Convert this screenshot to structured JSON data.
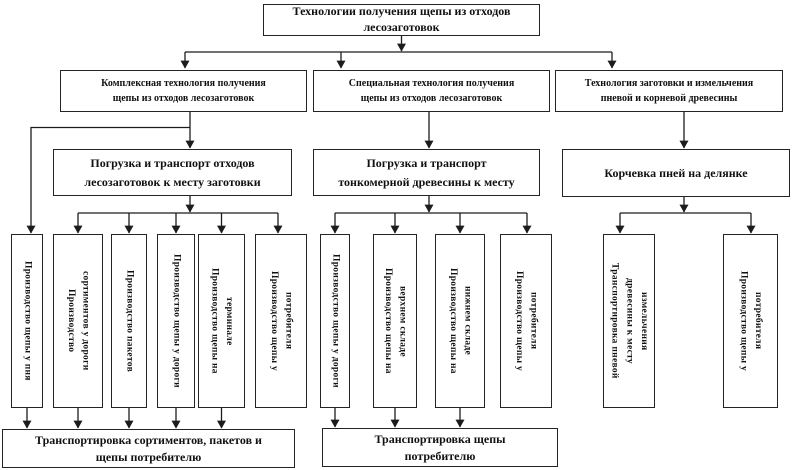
{
  "root_label": "Технологии получения щепы из отходов\nлесозаготовок",
  "branches": [
    {
      "technology": "Комплексная технология получения\nщепы из отходов лесозаготовок",
      "operation": "Погрузка и транспорт отходов\nлесозаготовок к месту заготовки",
      "productions": [
        "Производство щепы у пня",
        "Производство\nсортиментов у дороги",
        "Производство пакетов",
        "Производство щепы у дороги",
        "Производство щепы на\nтерминале",
        "Производство щепы у\nпотребителя"
      ],
      "delivery": "Транспортировка сортиментов, пакетов и\nщепы потребителю"
    },
    {
      "technology": "Специальная технология получения\nщепы из отходов лесозаготовок",
      "operation": "Погрузка и транспорт\nтонкомерной древесины к месту",
      "productions": [
        "Производство щепы у дороги",
        "Производство щепы на\nверхнем складе",
        "Производство щепы на\nнижнем складе",
        "Производство щепы у\nпотребителя"
      ],
      "delivery": "Транспортировка щепы\nпотребителю"
    },
    {
      "technology": "Технология заготовки и измельчения\nпневой и корневой древесины",
      "operation": "Корчевка пней на делянке",
      "productions": [
        "Транспортировка пневой\nдревесины к месту\nизмельчения",
        "Производство щепы у\nпотребителя"
      ]
    }
  ]
}
